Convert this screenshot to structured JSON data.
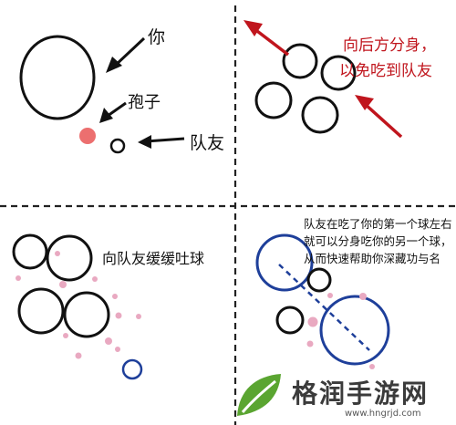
{
  "colors": {
    "line": "#111111",
    "blue": "#1e3f9a",
    "pink": "#e9a9c1",
    "coral": "#ec6f6f",
    "red": "#c0151d",
    "divider": "#222222"
  },
  "panel1": {
    "label_you": "你",
    "label_spore": "孢子",
    "label_teammate": "队友"
  },
  "panel2": {
    "caption_line1": "向后方分身，",
    "caption_line2": "以免吃到队友"
  },
  "panel3": {
    "caption": "向队友缓缓吐球"
  },
  "panel4": {
    "caption": "队友在吃了你的第一个球左右就可以分身吃你的另一个球，从而快速帮助你深藏功与名"
  },
  "watermark": {
    "name": "格润手游网",
    "url": "www.hngrjd.com"
  }
}
